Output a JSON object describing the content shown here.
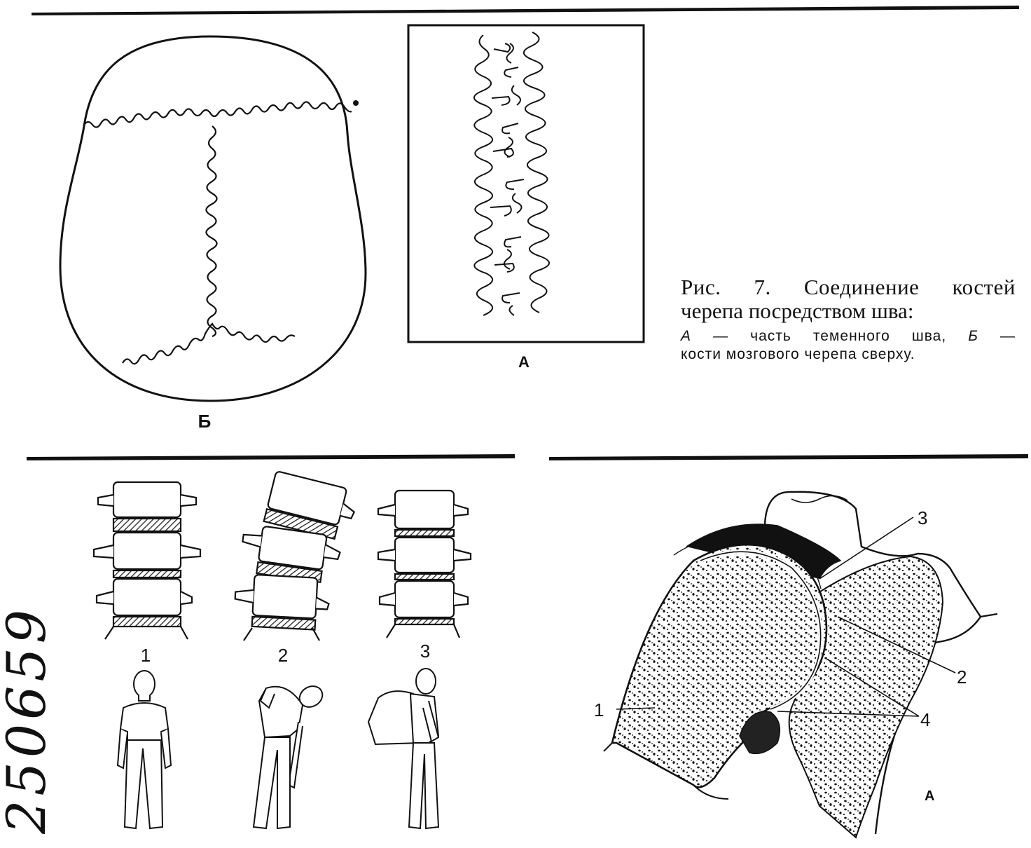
{
  "figure": {
    "caption_line1": "Рис. 7. Соединение костей",
    "caption_line2": "черепа посредством шва:",
    "legend_a_letter": "А",
    "legend_a_text": " — часть теменного шва, ",
    "legend_b_letter": "Б",
    "legend_b_text": " —",
    "legend_line2": "кости мозгового черепа сверху.",
    "panel_a_label": "А",
    "panel_b_label": "Б"
  },
  "spine": {
    "labels": [
      "1",
      "2",
      "3"
    ]
  },
  "joint": {
    "labels": [
      "1",
      "2",
      "3",
      "4"
    ],
    "panel_label": "А"
  },
  "margin_number": "250659"
}
